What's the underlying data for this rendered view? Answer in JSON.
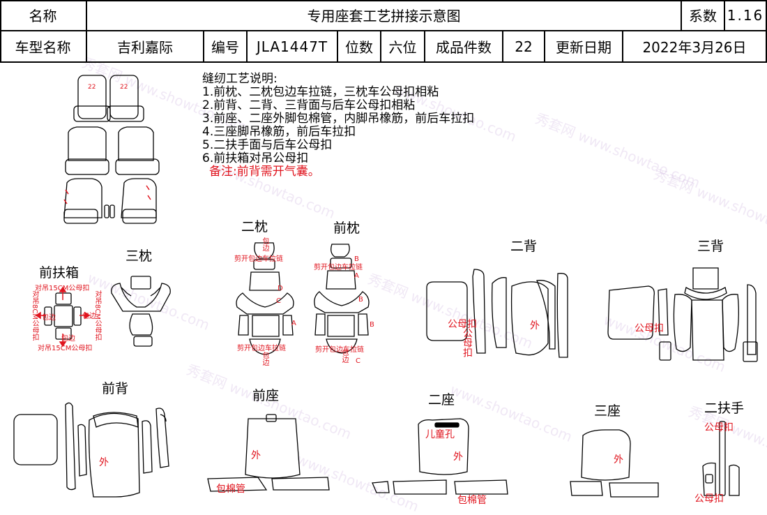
{
  "header": {
    "name_label": "名称",
    "title": "专用座套工艺拼接示意图",
    "coef_label": "系数",
    "coef_value": "1.16",
    "model_label": "车型名称",
    "model_value": "吉利嘉际",
    "code_label": "编号",
    "code_value": "JLA1447T",
    "seat_label": "位数",
    "seat_value": "六位",
    "pieces_label": "成品件数",
    "pieces_value": "22",
    "date_label": "更新日期",
    "date_value": "2022年3月26日"
  },
  "notes": {
    "heading": "缝纫工艺说明:",
    "lines": [
      "1.前枕、二枕包边车拉链，三枕车公母扣相粘",
      "2.前背、二背、三背面与后车公母扣相粘",
      "3.前座、二座外脚包棉管，内脚吊橡筋，前后车拉扣",
      "4.三座脚吊橡筋，前后车拉扣",
      "5.二扶手面与后车公母扣",
      "6.前扶箱对吊公母扣"
    ],
    "remark": "备注:前背需开气囊。"
  },
  "sections": {
    "san_zhen": "三枕",
    "er_zhen": "二枕",
    "qian_zhen": "前枕",
    "qian_fuxiang": "前扶箱",
    "er_bei": "二背",
    "san_bei": "三背",
    "qian_bei": "前背",
    "qian_zuo": "前座",
    "er_zuo": "二座",
    "san_zuo": "三座",
    "er_fushou": "二扶手"
  },
  "annotations": {
    "fx_top": "对吊15CM公母扣",
    "fx_bottom": "对吊15CM公母扣",
    "fx_left": "对吊8CM公母扣",
    "fx_right": "对吊8CM公母扣",
    "fx_bao1": "包边",
    "fx_bao2": "包边",
    "fx_bao3": "包边",
    "zhen_cut1": "剪开包边车拉链",
    "zhen_cut2": "剪开包边车拉链",
    "zhen_cut3": "剪开包边车拉链",
    "zhen_cut4": "剪开包边车拉链",
    "zhen_bao_top": "包边",
    "zhen_bao_bot1": "包边",
    "zhen_bao_bot2": "包边",
    "er_bei_gmk": "公母扣",
    "er_bei_gmk_v": "公母扣",
    "er_bei_wai": "外",
    "san_bei_gmk": "公母扣",
    "qian_bei_wai": "外",
    "qian_zuo_wai": "外",
    "qian_zuo_bmg": "包棉管",
    "er_zuo_kid": "儿童孔",
    "er_zuo_wai": "外",
    "er_zuo_bmg": "包棉管",
    "san_zuo_wai": "外",
    "fushou_gmk_top": "公母扣",
    "fushou_gmk_bot": "公母扣",
    "seat_tag": "22",
    "letter_a": "A",
    "letter_b": "B",
    "letter_c": "C",
    "letter_d": "D"
  },
  "watermark": {
    "cn": "秀套网",
    "en": "www.showtao.com"
  },
  "colors": {
    "annotation_red": "#e0141e",
    "line_black": "#000000",
    "watermark": "#c8a8dc"
  }
}
